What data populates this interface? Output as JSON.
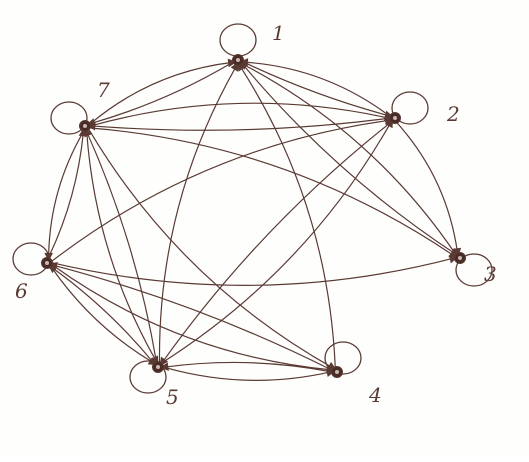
{
  "graph": {
    "ink_color": "#5a3a33",
    "node_fill": "#4a2c27",
    "paper_color": "#fefefd",
    "nodes": [
      {
        "id": "1",
        "label": "1"
      },
      {
        "id": "2",
        "label": "2"
      },
      {
        "id": "3",
        "label": "3"
      },
      {
        "id": "4",
        "label": "4"
      },
      {
        "id": "5",
        "label": "5"
      },
      {
        "id": "6",
        "label": "6"
      },
      {
        "id": "7",
        "label": "7"
      }
    ],
    "self_loops": [
      "1",
      "2",
      "3",
      "4",
      "5",
      "6",
      "7"
    ],
    "edges": [
      {
        "from": "7",
        "to": "1"
      },
      {
        "from": "1",
        "to": "7"
      },
      {
        "from": "2",
        "to": "1"
      },
      {
        "from": "1",
        "to": "2"
      },
      {
        "from": "7",
        "to": "2"
      },
      {
        "from": "2",
        "to": "7"
      },
      {
        "from": "7",
        "to": "3"
      },
      {
        "from": "3",
        "to": "1"
      },
      {
        "from": "1",
        "to": "3"
      },
      {
        "from": "2",
        "to": "3"
      },
      {
        "from": "7",
        "to": "6"
      },
      {
        "from": "6",
        "to": "7"
      },
      {
        "from": "7",
        "to": "5"
      },
      {
        "from": "5",
        "to": "7"
      },
      {
        "from": "7",
        "to": "4"
      },
      {
        "from": "6",
        "to": "5"
      },
      {
        "from": "5",
        "to": "6"
      },
      {
        "from": "6",
        "to": "4"
      },
      {
        "from": "4",
        "to": "6"
      },
      {
        "from": "5",
        "to": "4"
      },
      {
        "from": "4",
        "to": "5"
      },
      {
        "from": "5",
        "to": "1"
      },
      {
        "from": "5",
        "to": "2"
      },
      {
        "from": "2",
        "to": "5"
      },
      {
        "from": "6",
        "to": "2"
      },
      {
        "from": "6",
        "to": "3"
      },
      {
        "from": "4",
        "to": "1"
      }
    ]
  }
}
